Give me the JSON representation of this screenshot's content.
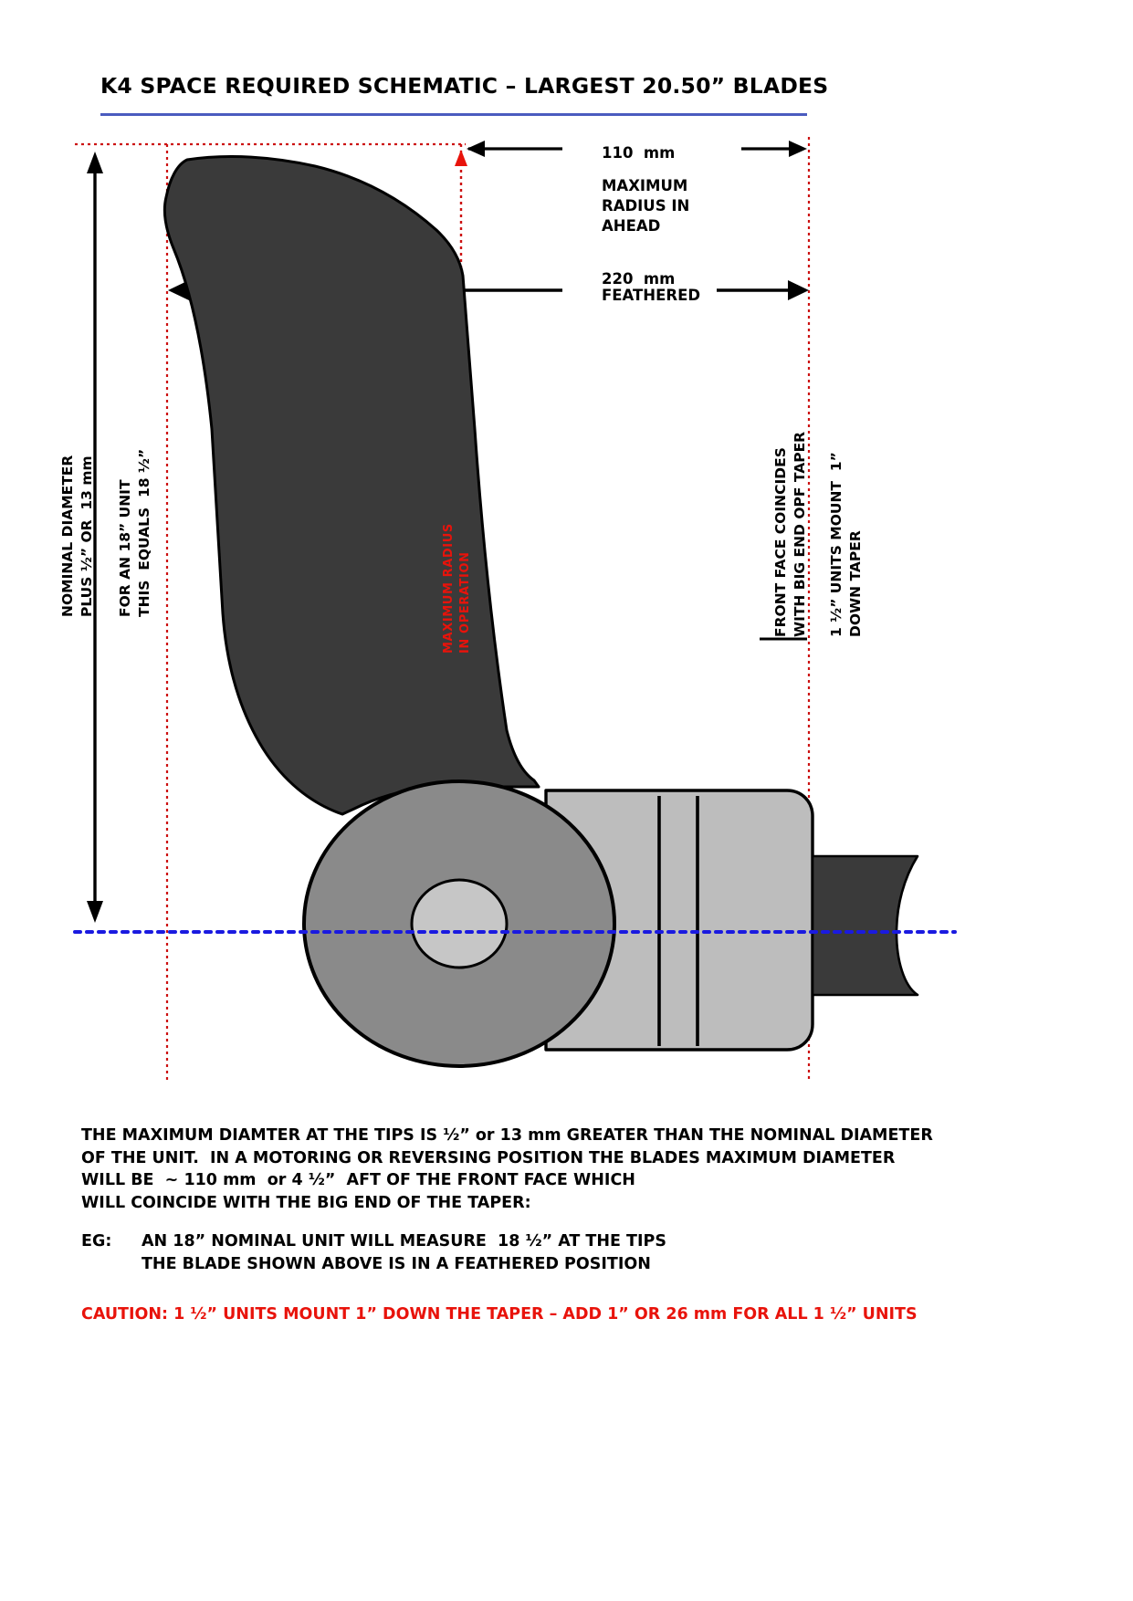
{
  "title": "K4  SPACE REQUIRED SCHEMATIC – LARGEST 20.50”  BLADES",
  "colors": {
    "title_rule": "#4a5bbf",
    "blade": "#3a3a3a",
    "hub": "#8a8a8a",
    "bore": "#c6c6c6",
    "shaft": "#bdbdbd",
    "centerline": "#1a1ae0",
    "dimension_red": "#cc1111",
    "caution_red": "#e8130b"
  },
  "dimensions": {
    "ahead": {
      "value": "110  mm",
      "description": "MAXIMUM\nRADIUS IN\nAHEAD"
    },
    "feathered": {
      "value": "220  mm",
      "description": "FEATHERED"
    }
  },
  "vertical_labels": {
    "nominal_diameter": "NOMINAL DIAMETER\nPLUS ½” OR  13 mm",
    "eighteen_inch_unit": "FOR AN 18” UNIT\nTHIS  EQUALS  18 ½”",
    "maximum_radius_operation": "MAXIMUM RADIUS\nIN OPERATION",
    "front_face": "FRONT FACE COINCIDES\nWITH BIG END OPF TAPER",
    "mount_taper": "1 ½” UNITS MOUNT  1”\nDOWN TAPER"
  },
  "notes": {
    "paragraph": "THE MAXIMUM DIAMTER AT THE TIPS IS ½” or 13 mm GREATER THAN THE NOMINAL DIAMETER\nOF THE UNIT.  IN A MOTORING OR REVERSING POSITION THE BLADES MAXIMUM DIAMETER\nWILL BE  ~ 110 mm  or 4 ½”  AFT OF THE FRONT FACE WHICH\nWILL COINCIDE WITH THE BIG END OF THE TAPER:",
    "example_key": "EG:",
    "example_body": "AN 18” NOMINAL UNIT WILL MEASURE  18 ½” AT THE TIPS\nTHE BLADE SHOWN ABOVE IS IN A FEATHERED POSITION",
    "caution": "CAUTION: 1 ½” UNITS MOUNT 1” DOWN THE TAPER – ADD 1” OR 26 mm FOR ALL 1 ½” UNITS"
  }
}
